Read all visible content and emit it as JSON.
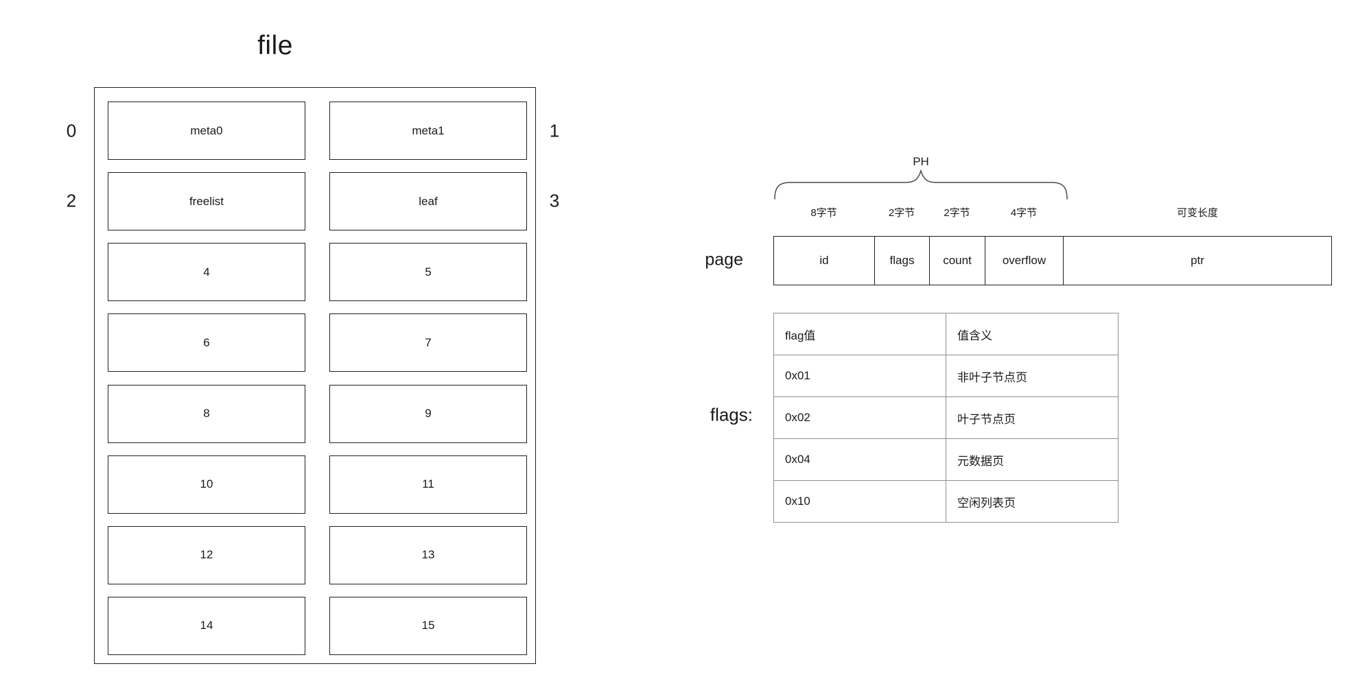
{
  "file_diagram": {
    "title": "file",
    "side_labels": [
      "0",
      "1",
      "2",
      "3"
    ],
    "rows": [
      [
        "meta0",
        "meta1"
      ],
      [
        "freelist",
        "leaf"
      ],
      [
        "4",
        "5"
      ],
      [
        "6",
        "7"
      ],
      [
        "8",
        "9"
      ],
      [
        "10",
        "11"
      ],
      [
        "12",
        "13"
      ],
      [
        "14",
        "15"
      ]
    ]
  },
  "page_struct": {
    "label": "page",
    "brace_label": "PH",
    "fields": [
      {
        "name": "id",
        "size": "8字节"
      },
      {
        "name": "flags",
        "size": "2字节"
      },
      {
        "name": "count",
        "size": "2字节"
      },
      {
        "name": "overflow",
        "size": "4字节"
      },
      {
        "name": "ptr",
        "size": "可变长度"
      }
    ]
  },
  "flags_table": {
    "label": "flags:",
    "headers": [
      "flag值",
      "值含义"
    ],
    "rows": [
      [
        "0x01",
        "非叶子节点页"
      ],
      [
        "0x02",
        "叶子节点页"
      ],
      [
        "0x04",
        "元数据页"
      ],
      [
        "0x10",
        "空闲列表页"
      ]
    ]
  },
  "colors": {
    "line_dark": "#1f1f1f",
    "table_border": "#8f8f8f",
    "text": "#1a1a1a",
    "background": "#ffffff",
    "brace": "#4a4a4a"
  }
}
